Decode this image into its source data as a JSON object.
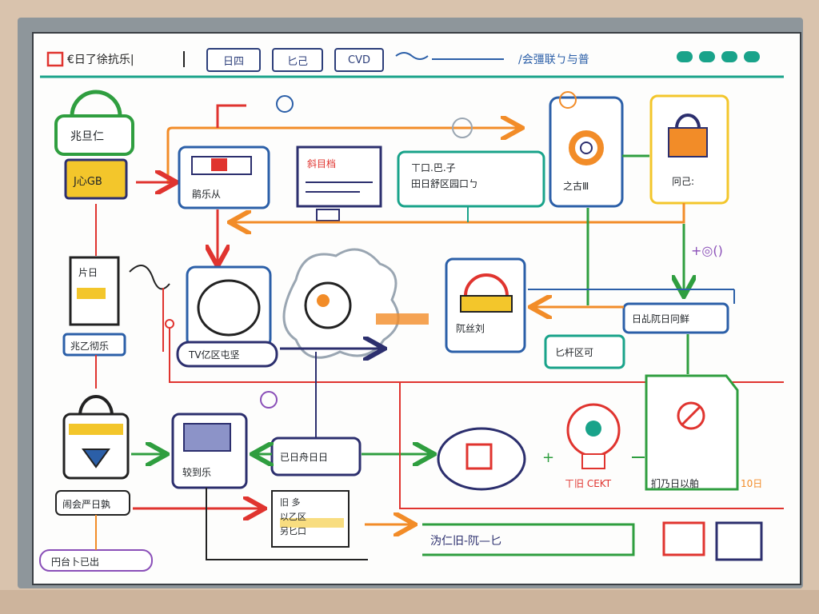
{
  "header": {
    "title": "€日了徐抗乐|",
    "tabs": [
      "日四",
      "匕己",
      "CVD"
    ],
    "right_label": "/会彊联ㄅ与普"
  },
  "nodes": {
    "lock_top_left": {
      "top": "兆旦仁",
      "bottom": "J心GB"
    },
    "doc_top_1": "鹃乐从",
    "doc_top_2": "斜目档",
    "text_box_top": "ㄒ口.巴.子\n田日舒区园口ㄅ",
    "gear_node": "之古Ⅲ",
    "lock_top_right": "冋己:",
    "small_doc_left": "片日",
    "small_label_left": "兆乙彻乐",
    "oven_node_label": "TV亿区屯坚",
    "lock_box_mid": "阢丝刘",
    "mid_right_box": "日乩阢日冋鲜",
    "mid_right_small": "匕杆区可",
    "lock_bottom_left_label": "闹会严日孰",
    "monitor_box": "较到乐",
    "center_box": "已日舟日日",
    "bulb_label": "ㄒ旧 CEKT",
    "doc_bottom_right": "扪乃日以舶",
    "doc_bottom_right_num": "10日",
    "bottom_left_label": "円台卜已出",
    "bottom_bar": "沩仁旧-阢—匕",
    "note_box": "旧 多\n以乙区\n另匕口",
    "side_text_right": "+◎()",
    "small_plus": "+"
  },
  "colors": {
    "red": "#e0342f",
    "orange": "#f28c28",
    "green": "#2f9e3f",
    "blue": "#2b5fa8",
    "navy": "#2c2f6e",
    "teal": "#19a38a",
    "yellow": "#f3c62b",
    "purple": "#8a4fb8"
  }
}
